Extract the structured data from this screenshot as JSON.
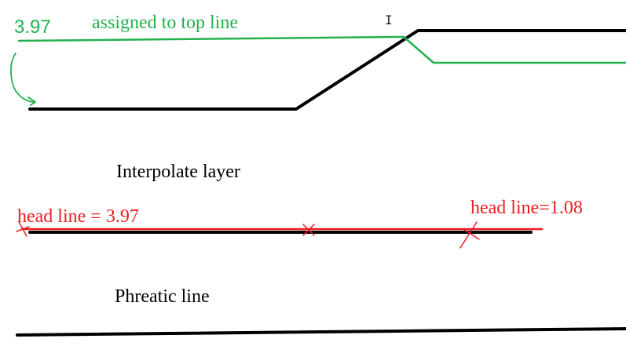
{
  "labels": {
    "top_value": "3.97",
    "top_assignment": "assigned to top line",
    "interpolate_title": "Interpolate layer",
    "head_left": "head line = 3.97",
    "head_right": "head line=1.08",
    "phreatic_title": "Phreatic line"
  },
  "cursor": {
    "icon": "text-cursor-icon",
    "glyph": "I"
  },
  "colors": {
    "green": "#22b14c",
    "red": "#ed1c24",
    "black": "#000000"
  }
}
